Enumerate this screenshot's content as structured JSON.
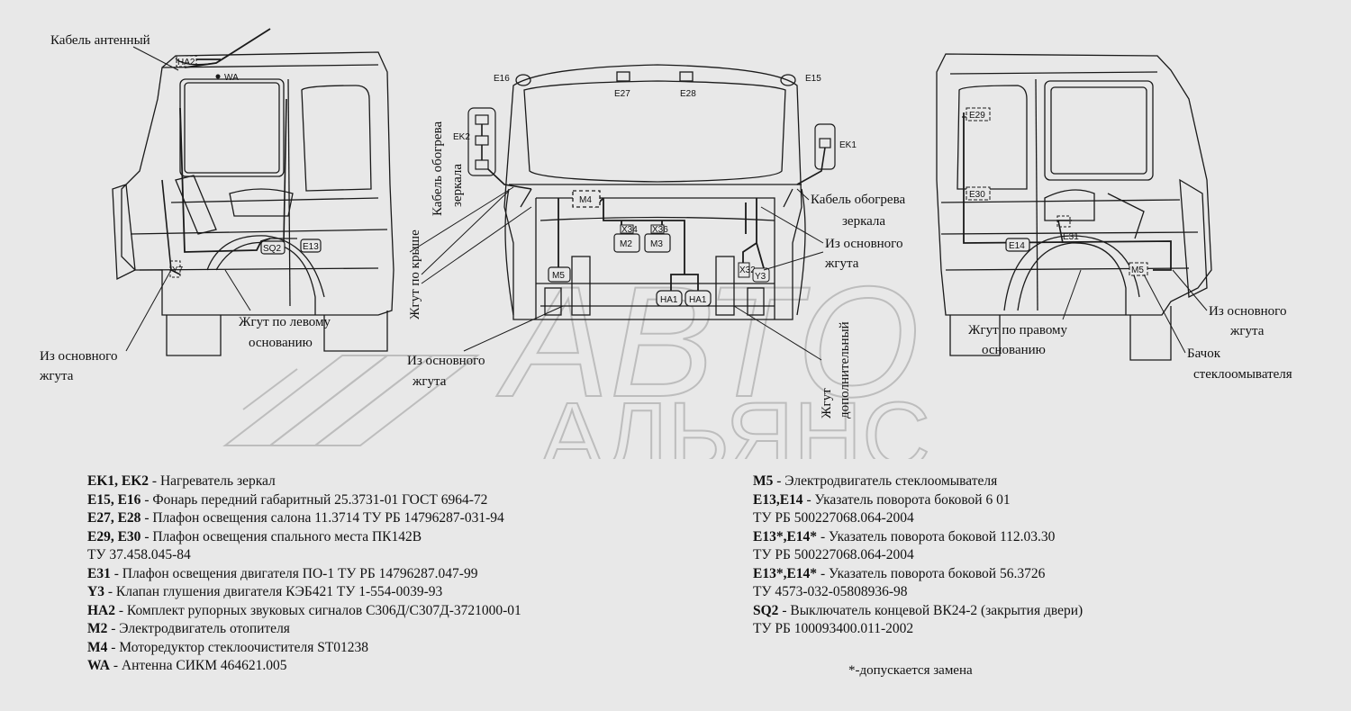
{
  "labels": {
    "cable_antenna": "Кабель антенный",
    "ha2": "HA2",
    "wa": "WA",
    "e16": "E16",
    "e15": "E15",
    "e27": "E27",
    "e28": "E28",
    "ek1": "EK1",
    "ek2": "EK2",
    "m4": "M4",
    "m2": "M2",
    "m3": "M3",
    "m5": "M5",
    "ha1": "HA1",
    "x34": "X34",
    "x36": "X36",
    "x32": "X32",
    "y3": "Y3",
    "sq2": "SQ2",
    "e13": "E13",
    "y7": "Y7",
    "e29": "E29",
    "e30": "E30",
    "e31": "E31",
    "e14": "E14",
    "mirror_heat_left_1": "Кабель обогрева",
    "mirror_heat_left_2": "зеркала",
    "mirror_heat_right_1": "Кабель обогрева",
    "mirror_heat_right_2": "зеркала",
    "from_main_right_top_1": "Из основного",
    "from_main_right_top_2": "жгута",
    "roof_harness": "Жгут по крыше",
    "left_base_1": "Жгут по левому",
    "left_base_2": "основанию",
    "from_main_left_1": "Из основного",
    "from_main_left_2": "жгута",
    "from_main_center_1": "Из основного",
    "from_main_center_2": "жгута",
    "extra_harness_1": "Жгут",
    "extra_harness_2": "дополнительный",
    "right_base_1": "Жгут по правому",
    "right_base_2": "основанию",
    "from_main_far_right_1": "Из основного",
    "from_main_far_right_2": "жгута",
    "washer_tank_1": "Бачок",
    "washer_tank_2": "стеклоомывателя",
    "watermark_1": "АВТО",
    "watermark_2": "АЛЬЯНС"
  },
  "legend_left": [
    {
      "code": "EK1, EK2",
      "text": " - Нагреватель зеркал"
    },
    {
      "code": "E15, E16",
      "text": " - Фонарь передний габаритный 25.3731-01 ГОСТ 6964-72"
    },
    {
      "code": "E27, E28",
      "text": "  - Плафон освещения салона 11.3714 ТУ РБ 14796287-031-94"
    },
    {
      "code": "E29, E30",
      "text": "  - Плафон освещения спального места ПК142В"
    },
    {
      "code": "",
      "text": "ТУ 37.458.045-84"
    },
    {
      "code": "E31",
      "text": " - Плафон освещения двигателя ПО-1 ТУ РБ 14796287.047-99"
    },
    {
      "code": "Y3",
      "text": " - Клапан глушения двигателя КЭБ421 ТУ 1-554-0039-93"
    },
    {
      "code": "HA2",
      "text": " - Комплект рупорных звуковых сигналов С306Д/С307Д-3721000-01"
    },
    {
      "code": "M2",
      "text": " - Электродвигатель отопителя"
    },
    {
      "code": "M4",
      "text": " - Моторедуктор стеклоочистителя ST01238"
    },
    {
      "code": "WA",
      "text": " - Антенна СИКМ 464621.005"
    }
  ],
  "legend_right": [
    {
      "code": "M5",
      "text": " - Электродвигатель стеклоомывателя"
    },
    {
      "code": "E13,E14",
      "text": " - Указатель поворота боковой 6 01"
    },
    {
      "code": "",
      "text": "ТУ РБ 500227068.064-2004"
    },
    {
      "code": "E13*,E14*",
      "text": " - Указатель поворота боковой 112.03.30"
    },
    {
      "code": "",
      "text": "ТУ РБ 500227068.064-2004"
    },
    {
      "code": "E13*,E14*",
      "text": " - Указатель поворота боковой 56.3726"
    },
    {
      "code": "",
      "text": "ТУ 4573-032-05808936-98"
    },
    {
      "code": "SQ2",
      "text": " - Выключатель концевой ВК24-2 (закрытия двери)"
    },
    {
      "code": "",
      "text": " ТУ РБ 100093400.011-2002"
    }
  ],
  "footnote": "*-допускается замена"
}
